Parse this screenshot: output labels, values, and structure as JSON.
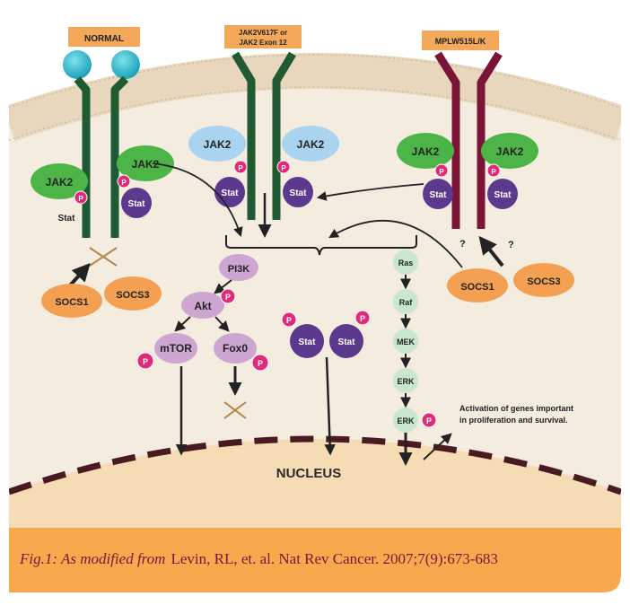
{
  "labels": {
    "normal": "NORMAL",
    "jak2_v617f_line1": "JAK2V617F or",
    "jak2_v617f_line2": "JAK2 Exon 12",
    "mplw515": "MPLW515L/K",
    "nucleus": "NUCLEUS",
    "activation_line1": "Activation of genes important",
    "activation_line2": "in proliferation and survival.",
    "question": "?"
  },
  "proteins": {
    "jak2": "JAK2",
    "stat": "Stat",
    "phospho": "P",
    "socs1": "SOCS1",
    "socs3": "SOCS3",
    "pi3k": "PI3K",
    "akt": "Akt",
    "mtor": "mTOR",
    "foxo": "Fox0",
    "ras": "Ras",
    "raf": "Raf",
    "mek": "MEK",
    "erk": "ERK"
  },
  "caption": {
    "prefix": "Fig.1: As modified from",
    "citation": "Levin, RL, et. al.  Nat Rev Cancer. 2007;7(9):673-683"
  },
  "colors": {
    "cytoplasm": "#f5ece0",
    "nucleus": "#f6dcb4",
    "label_box": "#f4a95a",
    "normal_receptor": "#1f5a32",
    "mutant_receptor": "#7a1538",
    "jak2": "#4db548",
    "jak2_light": "#a9d3ee",
    "stat": "#5b3a8e",
    "phospho": "#e2297a",
    "socs": "#f4a052",
    "pi3k": "#cda5d1",
    "mapk": "#c9e6cf",
    "caption_bar": "#f8a94e",
    "caption_text": "#7a1538"
  }
}
